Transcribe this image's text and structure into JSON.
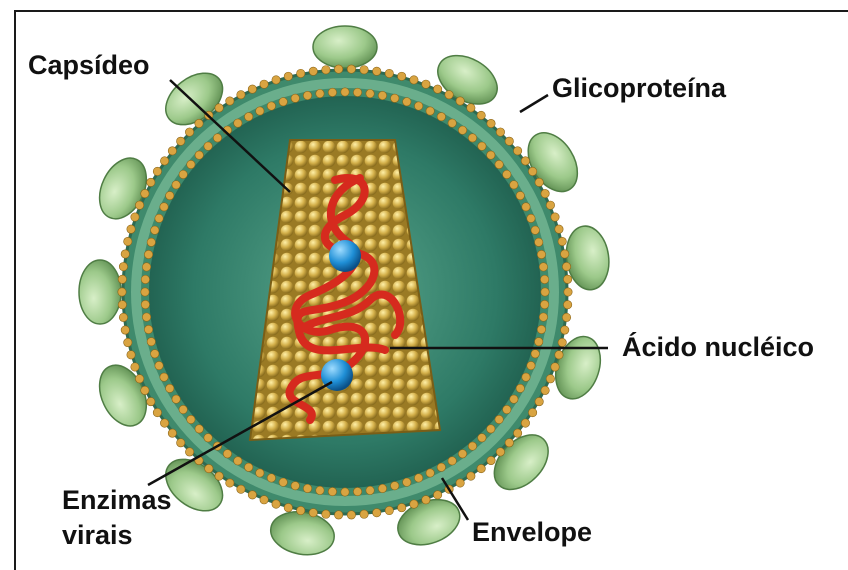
{
  "labels": {
    "capsid": "Capsídeo",
    "glycoprotein": "Glicoproteína",
    "nucleic_acid": "Ácido nucléico",
    "enzymes_line1": "Enzimas",
    "enzymes_line2": "virais",
    "envelope": "Envelope"
  },
  "colors": {
    "glycoprotein": "#9cc98a",
    "membrane": "#4e9a7a",
    "lipid_heads": "#d9a441",
    "interior": "#2e7a66",
    "capsid": "#d4b04a",
    "nucleic_acid": "#d62a1e",
    "enzymes": "#1f8fd6",
    "leader_lines": "#111111"
  }
}
